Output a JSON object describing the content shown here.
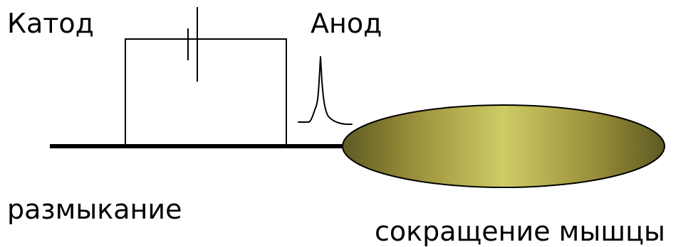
{
  "labels": {
    "cathode": "Катод",
    "anode": "Анод",
    "circuit_break": "размыкание",
    "muscle_contraction": "сокращение мышцы"
  },
  "colors": {
    "ink": "#000000",
    "muscle_center": "#cfcc66",
    "muscle_mid": "#9a8f3a",
    "muscle_edge": "#5e5a23"
  }
}
